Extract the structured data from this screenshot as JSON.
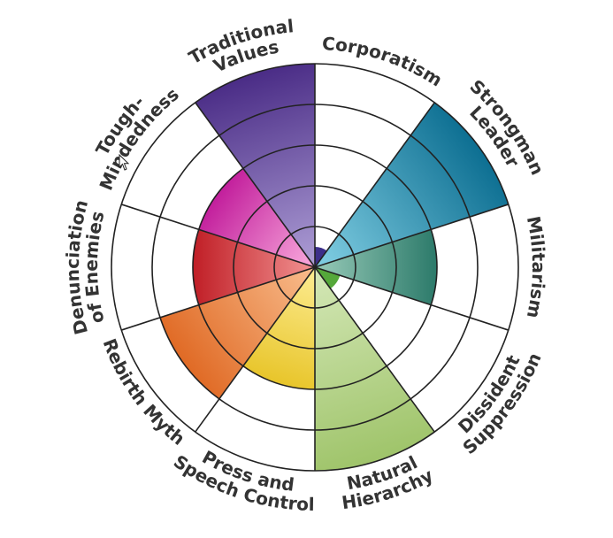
{
  "chart_data": {
    "type": "polar-area",
    "max_level": 5,
    "grid": true,
    "categories": [
      {
        "label_lines": [
          "Corporatism"
        ],
        "value": 0,
        "color_light": "#ffffff",
        "color_dark": "#ffffff"
      },
      {
        "label_lines": [
          "Strongman",
          "Leader"
        ],
        "value": 5,
        "color_light": "#7dcbe0",
        "color_dark": "#0d6f92"
      },
      {
        "label_lines": [
          "Militarism"
        ],
        "value": 3,
        "color_light": "#8fc4b2",
        "color_dark": "#2c7a6a"
      },
      {
        "label_lines": [
          "Dissident",
          "Suppression"
        ],
        "value": 0,
        "color_light": "#ffffff",
        "color_dark": "#ffffff"
      },
      {
        "label_lines": [
          "Natural",
          "Hierarchy"
        ],
        "value": 5,
        "color_light": "#d2e6b4",
        "color_dark": "#9fc46a"
      },
      {
        "label_lines": [
          "Press and",
          "Speech Control"
        ],
        "value": 3,
        "color_light": "#fbe98a",
        "color_dark": "#e8c52a"
      },
      {
        "label_lines": [
          "Rebirth Myth"
        ],
        "value": 4,
        "color_light": "#f7b887",
        "color_dark": "#e06a25"
      },
      {
        "label_lines": [
          "Denunciation",
          "of Enemies"
        ],
        "value": 3,
        "color_light": "#ee8a8a",
        "color_dark": "#c01e26"
      },
      {
        "label_lines": [
          "Tough-",
          "Mindedness"
        ],
        "value": 3,
        "color_light": "#f5a0d8",
        "color_dark": "#c21e9c"
      },
      {
        "label_lines": [
          "Traditional",
          "Values"
        ],
        "value": 5,
        "color_light": "#a999d2",
        "color_dark": "#4a2c86"
      }
    ],
    "inner_small": [
      {
        "category_index": 0,
        "value": 0.5,
        "color": "#3c2f8a"
      },
      {
        "category_index": 3,
        "value": 0.65,
        "color": "#55a83a"
      }
    ]
  }
}
